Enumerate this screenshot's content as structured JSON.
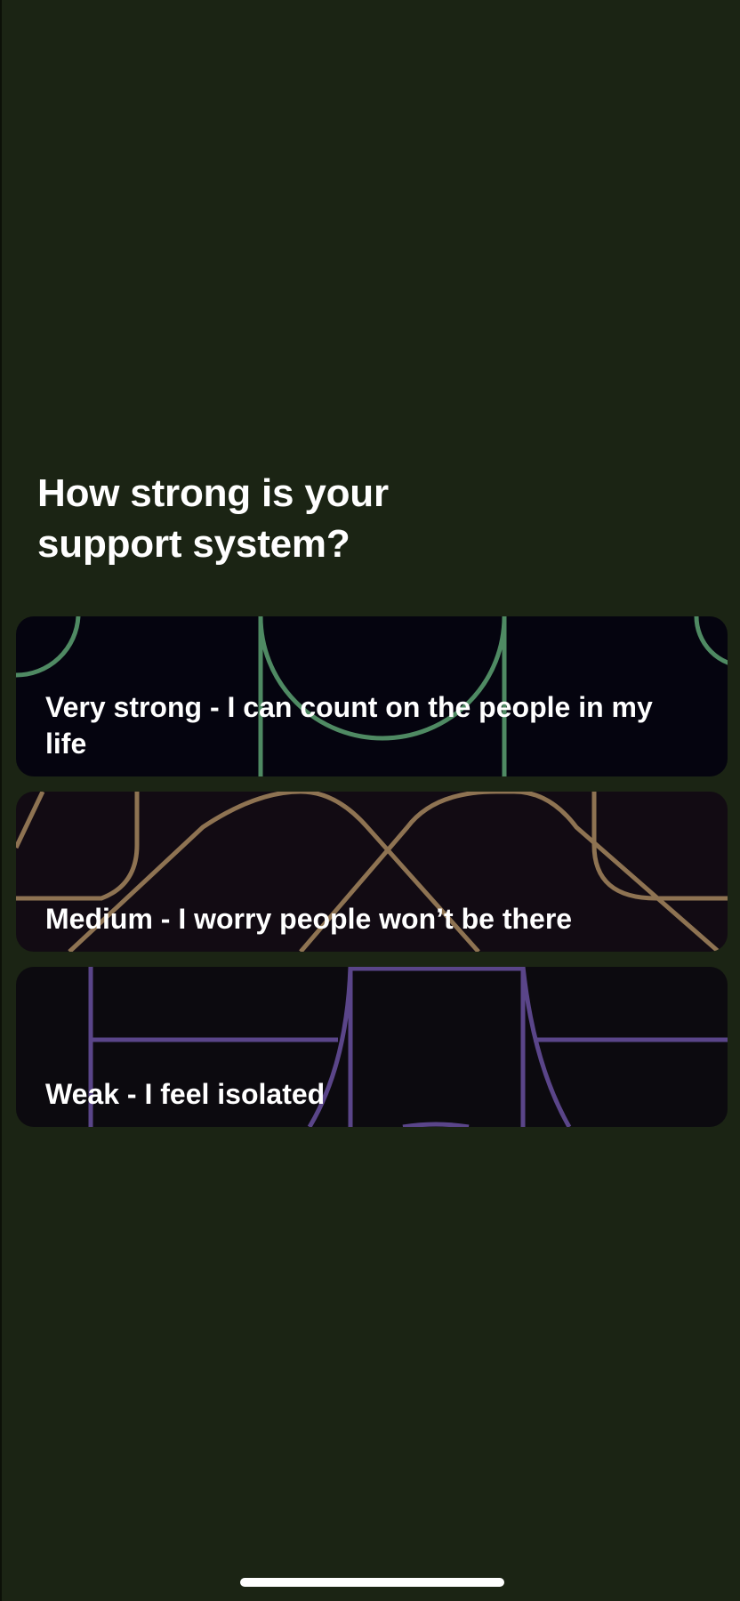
{
  "question": {
    "title": "How strong is your support system?"
  },
  "options": [
    {
      "label": "Very strong - I can count on the people in my life",
      "pattern_color": "#4f8a63"
    },
    {
      "label": "Medium - I worry people won’t be there",
      "pattern_color": "#8e7352"
    },
    {
      "label": "Weak - I feel isolated",
      "pattern_color": "#5a4589"
    }
  ],
  "colors": {
    "background": "#1b2414",
    "text": "#ffffff"
  }
}
